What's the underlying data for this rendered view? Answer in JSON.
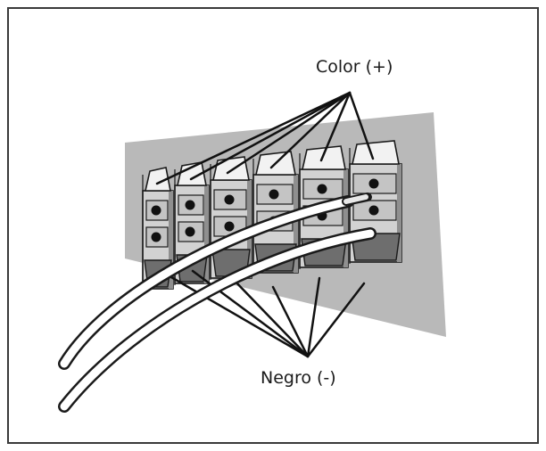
{
  "labels": {
    "positive": "Color (+)",
    "negative": "Negro (-)"
  },
  "colors": {
    "panel": "#b8b8b8",
    "terminal": "#d2d2d2",
    "terminal_shadow": "#8f8f8f",
    "tab_light": "#f2f2f2",
    "clamp_dark": "#6e6e6e",
    "wire": "#ffffff",
    "outline": "#1a1a1a"
  },
  "terminals": {
    "count": 6,
    "connected": [
      4,
      5
    ]
  }
}
